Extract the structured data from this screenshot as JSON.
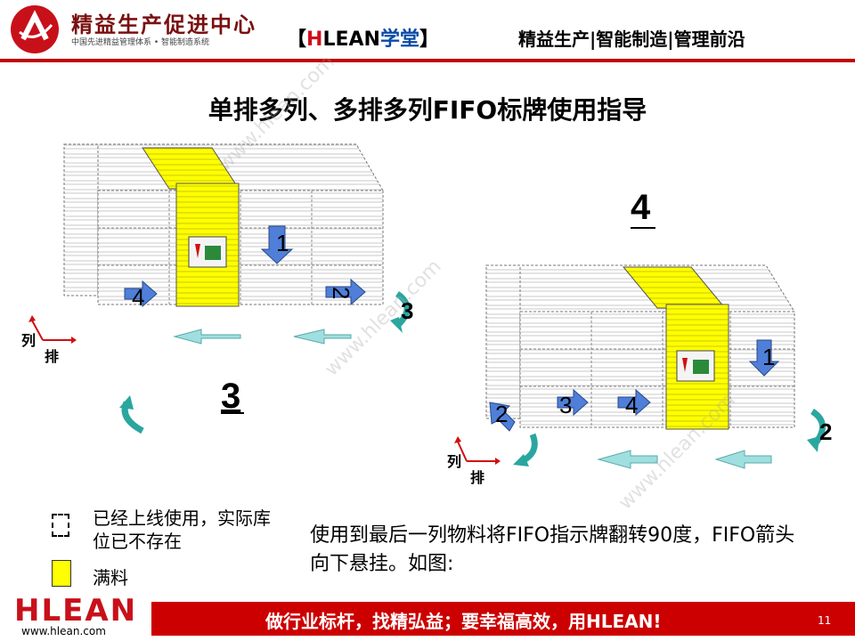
{
  "header": {
    "logo_title": "精益生产促进中心",
    "logo_subtitle": "中国先进精益管理体系 • 智能制造系统",
    "brand_open": "【",
    "brand_h": "H",
    "brand_rest": "LEAN",
    "brand_cn": "学堂",
    "brand_close": "】",
    "slogan": "精益生产|智能制造|管理前沿"
  },
  "title": "单排多列、多排多列FIFO标牌使用指导",
  "diagram": {
    "left": {
      "step_label": "3",
      "arrow_labels": [
        "1",
        "2",
        "3",
        "4"
      ],
      "axis_col": "列",
      "axis_row": "排"
    },
    "right": {
      "step_label": "4",
      "arrow_labels": [
        "1",
        "2",
        "3",
        "4",
        "2"
      ],
      "axis_col": "列",
      "axis_row": "排"
    },
    "colors": {
      "full": "#ffff00",
      "arrow_blue": "#4f7fd8",
      "arrow_cyan": "#9fdfe0",
      "curve_teal": "#2aa6a0"
    }
  },
  "watermark": "www.hlean.com",
  "legend": {
    "empty_text": "已经上线使用，实际库位已不存在",
    "full_text": "满料"
  },
  "instruction": "使用到最后一列物料将FIFO指示牌翻转90度，FIFO箭头向下悬挂。如图:",
  "footer": {
    "logo": "HLEAN",
    "url": "www.hlean.com",
    "slogan": "做行业标杆，找精弘益；要幸福高效，用HLEAN!",
    "page_number": "11"
  }
}
